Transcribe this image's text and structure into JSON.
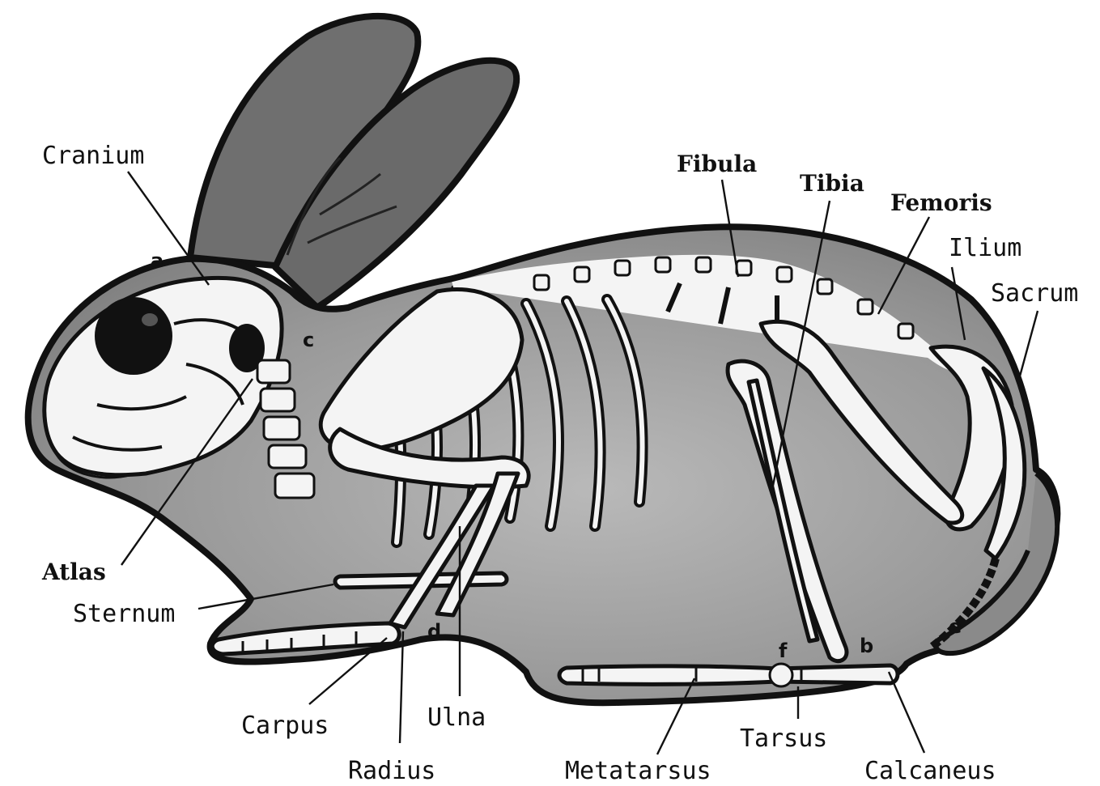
{
  "labels": {
    "cranium": "Cranium",
    "fibula": "Fibula",
    "tibia": "Tibia",
    "femoris": "Femoris",
    "ilium": "Ilium",
    "sacrum": "Sacrum",
    "atlas": "Atlas",
    "sternum": "Sternum",
    "carpus": "Carpus",
    "radius": "Radius",
    "ulna": "Ulna",
    "metatarsus": "Metatarsus",
    "tarsus": "Tarsus",
    "calcaneus": "Calcaneus"
  },
  "letters": {
    "a": "a",
    "b": "b",
    "c": "c",
    "d": "d",
    "e": "e",
    "f": "f"
  },
  "colors": {
    "body_fill": "#8f8f8f",
    "ear_fill": "#6f6f6f",
    "bone_fill": "#f4f4f4",
    "outline": "#111111"
  }
}
